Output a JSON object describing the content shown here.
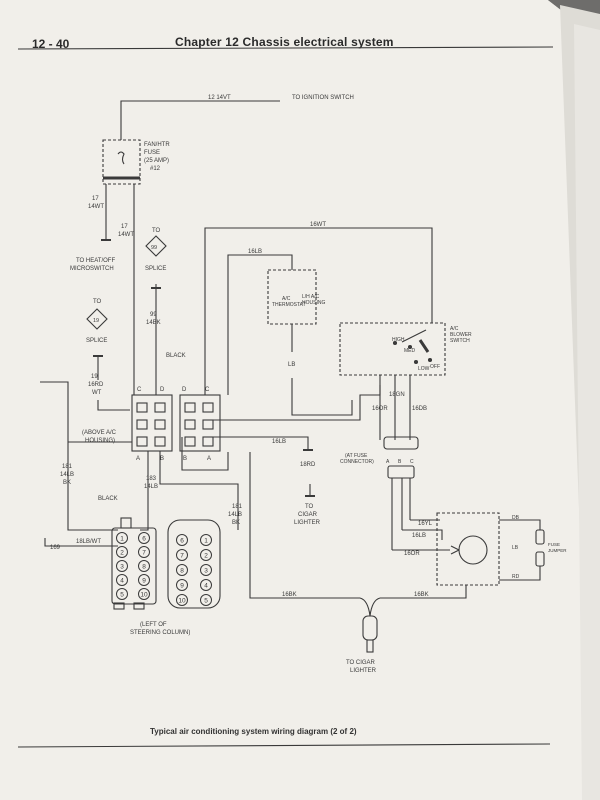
{
  "header": {
    "page_number": "12 - 40",
    "chapter_title": "Chapter 12  Chassis electrical system"
  },
  "caption": "Typical air conditioning system wiring diagram (2 of 2)",
  "colors": {
    "paper": "#f1efea",
    "ink": "#3a3a3a",
    "background": "#6e6d6b"
  },
  "diagram": {
    "ignition_wire": "12   14VT",
    "ignition_label": "TO IGNITION SWITCH",
    "fuse_label": [
      "FAN/HTR",
      "FUSE",
      "(25 AMP)",
      "#12"
    ],
    "wire_17_left": [
      "17",
      "14WT"
    ],
    "wire_17_right": [
      "17",
      "14WT"
    ],
    "heat_off_label": [
      "TO HEAT/OFF",
      "MICROSWITCH"
    ],
    "splice_99": {
      "to": "TO",
      "num": "99",
      "label": "SPLICE"
    },
    "splice_19": {
      "to": "TO",
      "num": "19",
      "label": "SPLICE"
    },
    "wire_99": [
      "99",
      "14BK"
    ],
    "wire_19": [
      "19",
      "16RD",
      "WT"
    ],
    "black_label_top": "BLACK",
    "connector_pins_left": [
      "C",
      "D"
    ],
    "connector_pins_right": [
      "D",
      "C"
    ],
    "connector_pins_bottom_left": [
      "A",
      "B"
    ],
    "connector_pins_bottom_right": [
      "B",
      "A"
    ],
    "above_ac_label": [
      "(ABOVE A/C",
      "HOUSING)"
    ],
    "wire_16wt": "16WT",
    "wire_16lb_top": "16LB",
    "thermostat_label": [
      "A/C",
      "THERMOSTAT"
    ],
    "housing_label": [
      "L/H A/C",
      "HOUSING"
    ],
    "wire_lb": "LB",
    "blower_switch_label": [
      "A/C",
      "BLOWER",
      "SWITCH"
    ],
    "switch_positions": [
      "HIGH",
      "MED",
      "LOW",
      "OFF"
    ],
    "wire_18gn": "18GN",
    "wire_16or": "16OR",
    "wire_16db": "16DB",
    "wire_16lb_mid": "16LB",
    "ac_fuse_connector": [
      "(AT FUSE",
      "CONNECTOR)"
    ],
    "connector_letters": [
      "A",
      "B",
      "C"
    ],
    "wire_18rd": "18RD",
    "cigar_label_mid": [
      "TO",
      "CIGAR",
      "LIGHTER"
    ],
    "wire_181_left": [
      "181",
      "14LB",
      "BK"
    ],
    "wire_183": [
      "183",
      "14LB"
    ],
    "wire_181_right": [
      "181",
      "14LB",
      "BK"
    ],
    "black_label_left": "BLACK",
    "wire_169": "169",
    "wire_18lbwt": "18LB/WT",
    "left_connector_pins": [
      "1",
      "6",
      "2",
      "7",
      "3",
      "8",
      "4",
      "9",
      "5",
      "10"
    ],
    "right_connector_pins": [
      "6",
      "1",
      "7",
      "2",
      "8",
      "3",
      "9",
      "4",
      "10",
      "5"
    ],
    "steering_label": [
      "(LEFT OF",
      "STEERING COLUMN)"
    ],
    "wire_16yl": "16YL",
    "wire_16lb_motor": "16LB",
    "wire_16or_motor": "16OR",
    "resistor_labels": [
      "DB",
      "LB",
      "RD"
    ],
    "fuse_jumper": [
      "FUSE",
      "JUMPER"
    ],
    "wire_16bk_left": "16BK",
    "wire_16bk_right": "16BK",
    "cigar_label_bottom": [
      "TO CIGAR",
      "LIGHTER"
    ]
  }
}
